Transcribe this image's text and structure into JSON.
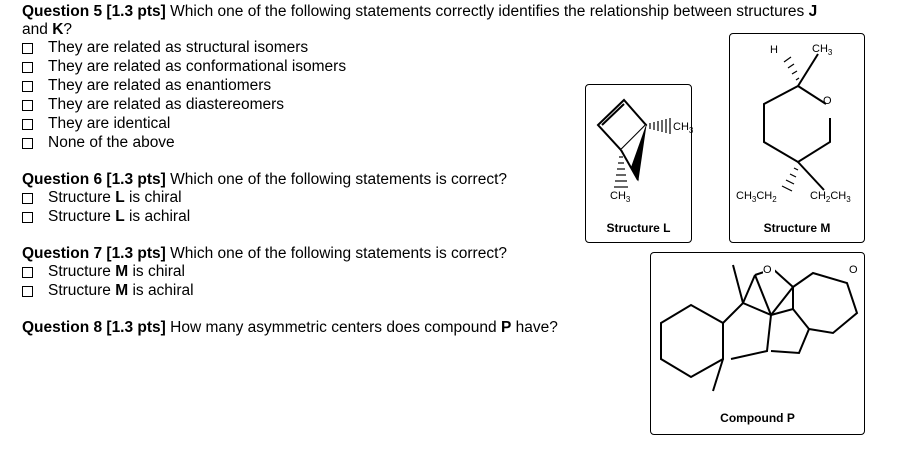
{
  "q5": {
    "label": "Question 5 [1.3 pts]",
    "text_a": "Which one of the following statements correctly identifies the relationship between structures",
    "s1": "J",
    "line2_and": "and",
    "s2": "K",
    "q_end": "?",
    "options": [
      "They are related as structural isomers",
      "They are related as conformational isomers",
      "They are related as enantiomers",
      "They are related as diastereomers",
      "They are identical",
      "None of the above"
    ]
  },
  "q6": {
    "label": "Question 6 [1.3 pts]",
    "text": "Which one of the following statements is correct?",
    "opt1_pre": "Structure",
    "opt1_sym": "L",
    "opt1_post": "is chiral",
    "opt2_pre": "Structure",
    "opt2_sym": "L",
    "opt2_post": "is achiral"
  },
  "q7": {
    "label": "Question 7 [1.3 pts]",
    "text": "Which one of the following statements is correct?",
    "opt1_pre": "Structure",
    "opt1_sym": "M",
    "opt1_post": "is chiral",
    "opt2_pre": "Structure",
    "opt2_sym": "M",
    "opt2_post": "is achiral"
  },
  "q8": {
    "label": "Question 8 [1.3 pts]",
    "text_a": "How many asymmetric centers does compound",
    "sym": "P",
    "text_b": "have?"
  },
  "structures": {
    "L": {
      "caption": "Structure L",
      "ch3_right_main": "CH",
      "ch3_right_sub": "3",
      "ch3_bottom_main": "CH",
      "ch3_bottom_sub": "3"
    },
    "M": {
      "caption": "Structure  M",
      "h_label": "H",
      "ch3_main": "CH",
      "ch3_sub": "3",
      "o_label": "O",
      "ethyl_left_a": "CH",
      "ethyl_left_a_sub": "3",
      "ethyl_left_b": "CH",
      "ethyl_left_b_sub": "2",
      "ethyl_right_a": "CH",
      "ethyl_right_a_sub": "2",
      "ethyl_right_b": "CH",
      "ethyl_right_b_sub": "3"
    },
    "P": {
      "caption": "Compound P",
      "o1": "O",
      "o2": "O"
    }
  }
}
